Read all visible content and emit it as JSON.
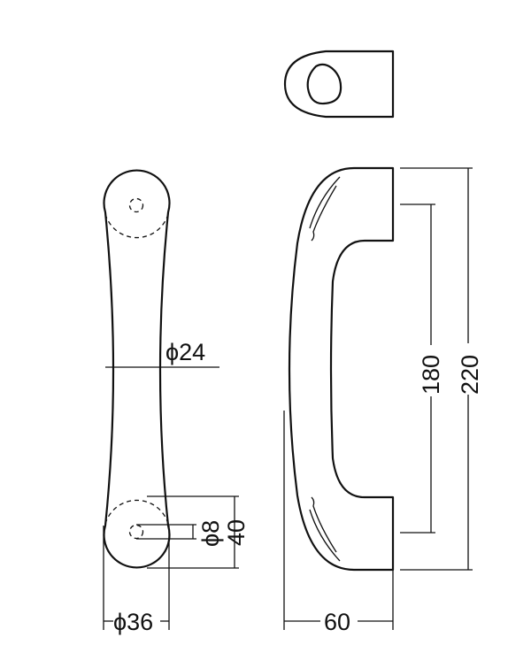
{
  "drawing": {
    "dimensions": {
      "phi24": "ϕ24",
      "phi8": "ϕ8",
      "d40": "40",
      "phi36": "ϕ36",
      "d60": "60",
      "d180": "180",
      "d220": "220"
    }
  }
}
